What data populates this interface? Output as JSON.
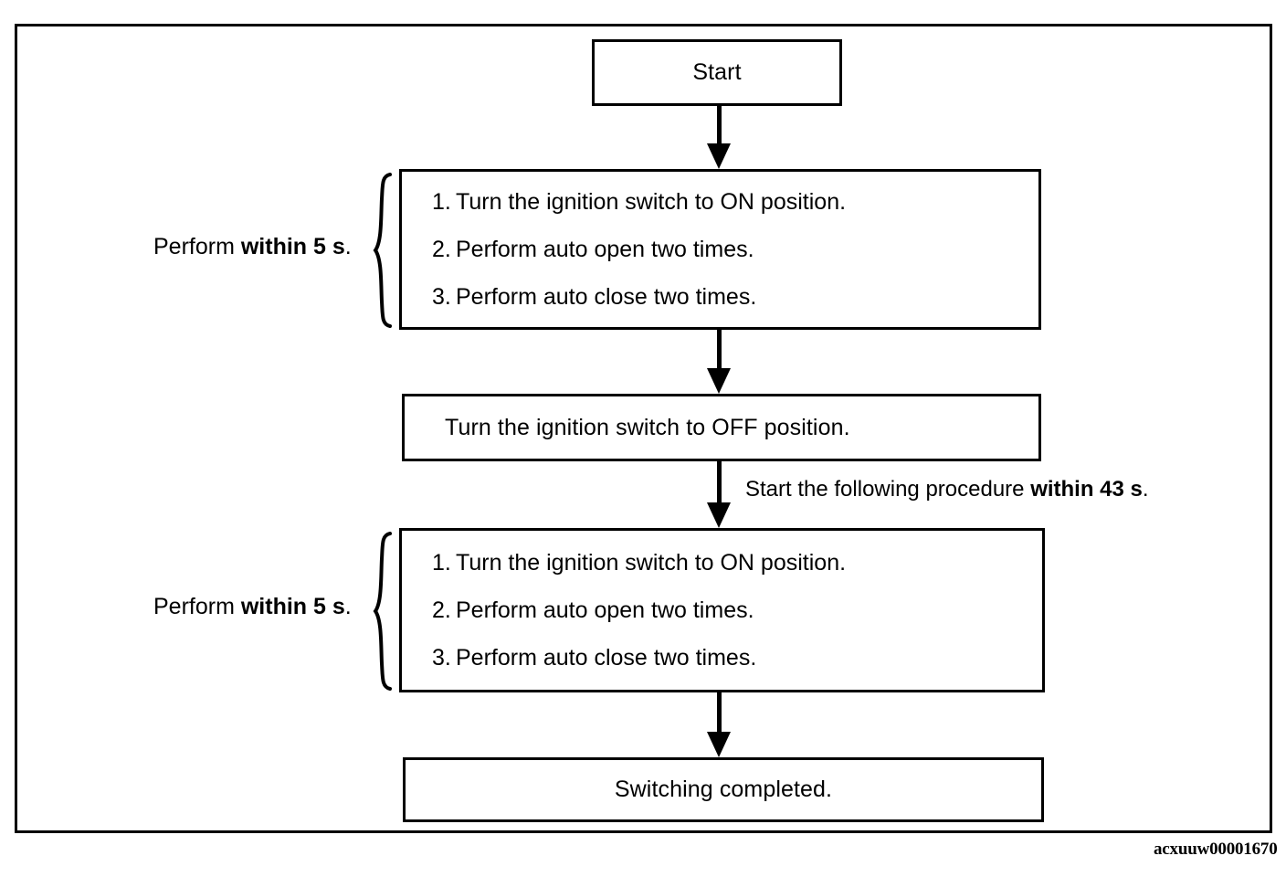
{
  "diagram": {
    "reference_code": "acxuuw00001670",
    "nodes": {
      "start": {
        "label": "Start"
      },
      "procedure_1": {
        "side_label_prefix": "Perform ",
        "side_label_emphasis": "within 5 s",
        "side_label_suffix": ".",
        "steps": [
          {
            "number": "1.",
            "text": "Turn the ignition switch to ON position."
          },
          {
            "number": "2.",
            "text": "Perform auto open two times."
          },
          {
            "number": "3.",
            "text": "Perform auto close two times."
          }
        ]
      },
      "ignition_off": {
        "label": "Turn the ignition switch to OFF position."
      },
      "transition_note": {
        "prefix": "Start the following procedure ",
        "emphasis": "within 43 s",
        "suffix": "."
      },
      "procedure_2": {
        "side_label_prefix": "Perform ",
        "side_label_emphasis": "within 5 s",
        "side_label_suffix": ".",
        "steps": [
          {
            "number": "1.",
            "text": "Turn the ignition switch to ON position."
          },
          {
            "number": "2.",
            "text": "Perform auto open two times."
          },
          {
            "number": "3.",
            "text": "Perform auto close two times."
          }
        ]
      },
      "completed": {
        "label": "Switching completed."
      }
    },
    "colors": {
      "line": "#000000",
      "background": "#ffffff",
      "text": "#000000"
    }
  }
}
